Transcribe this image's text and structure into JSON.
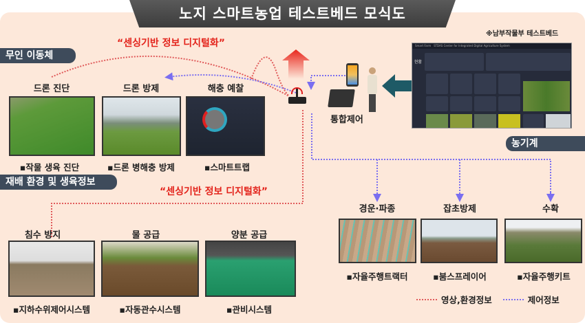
{
  "title": "노지 스마트농업 테스트베드 모식도",
  "note": "※남부작물부 테스트베드",
  "sensing_label": "“센싱기반 정보 디지털화”",
  "sections": {
    "unmanned": "무인 이동체",
    "cultivation": "재배 환경 및 생육정보",
    "machinery": "농기계"
  },
  "integrated_control": "통합제어",
  "drones": [
    {
      "label": "드론 진단",
      "caption": "▪작물 생육 진단"
    },
    {
      "label": "드론 방제",
      "caption": "▪드론 병해충 방제"
    },
    {
      "label": "해충 예찰",
      "caption": "▪스마트트랩"
    }
  ],
  "cultivation_items": [
    {
      "label": "침수 방지",
      "caption": "▪지하수위제어시스템"
    },
    {
      "label": "물 공급",
      "caption": "▪자동관수시스템"
    },
    {
      "label": "양분 공급",
      "caption": "▪관비시스템"
    }
  ],
  "machines": [
    {
      "label": "경운·파종",
      "caption": "▪자율주행트랙터"
    },
    {
      "label": "잡초방제",
      "caption": "▪붐스프레이어"
    },
    {
      "label": "수확",
      "caption": "▪자율주행키트"
    }
  ],
  "legend": [
    {
      "label": "영상,환경정보",
      "color": "#e05a5a"
    },
    {
      "label": "제어정보",
      "color": "#7a6ef0"
    }
  ],
  "dashboard": {
    "brand": "Smart Farm",
    "app_title": "STDAS Center for Integrated Digital Agriculture System",
    "tab": "현황"
  }
}
